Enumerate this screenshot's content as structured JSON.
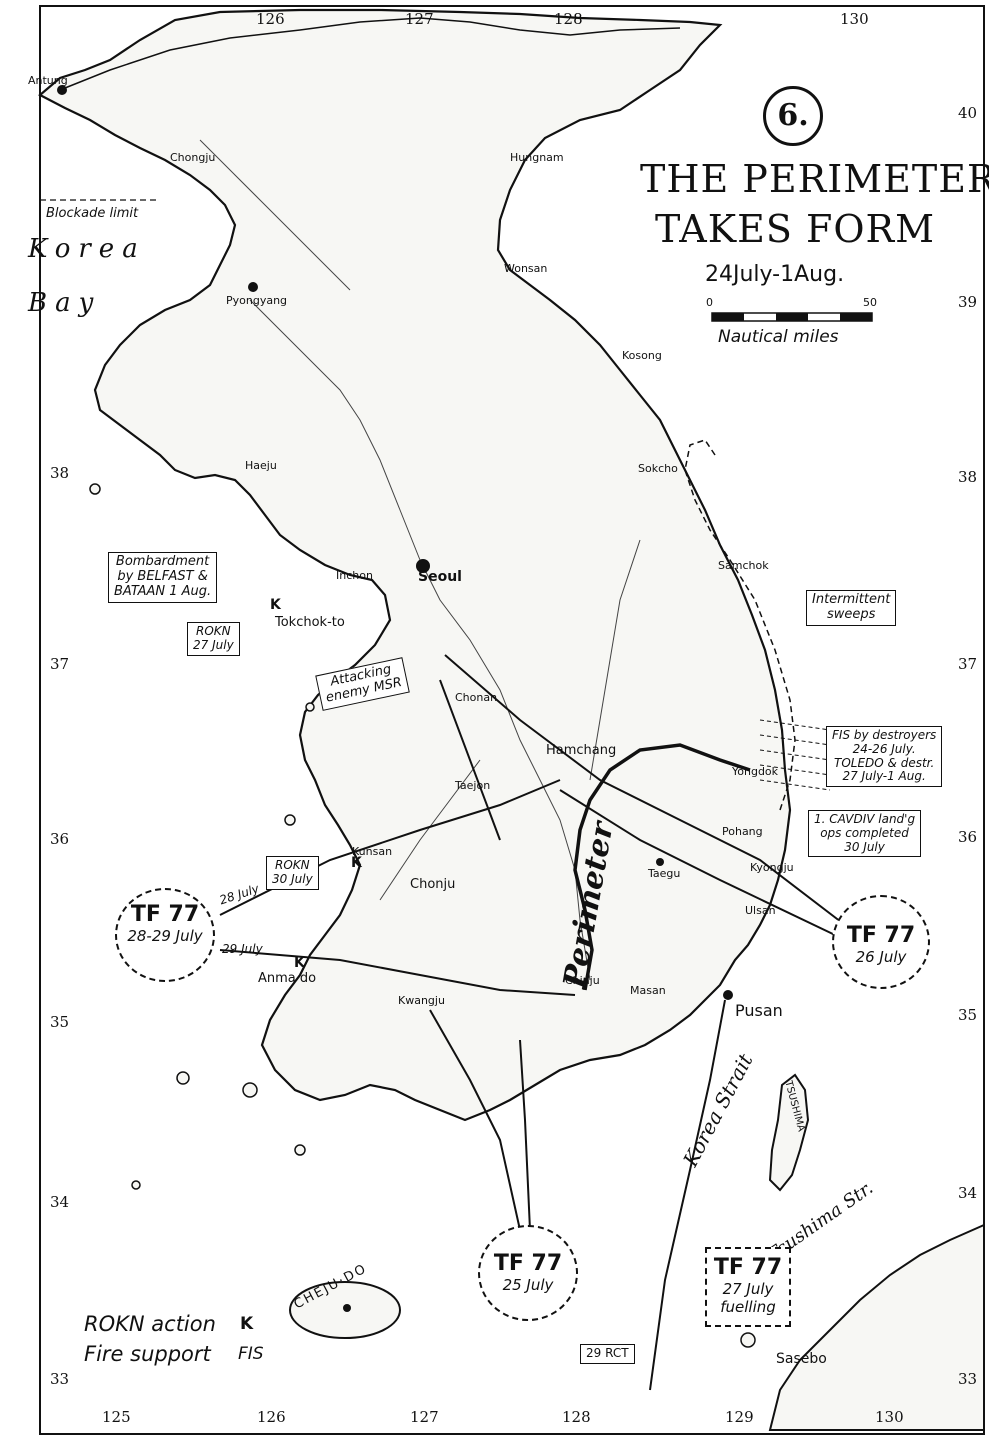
{
  "map_number": "6.",
  "title_line1": "THE PERIMETER",
  "title_line2": "TAKES FORM",
  "date_range": "24July-1Aug.",
  "scale": {
    "start": "0",
    "end": "50",
    "unit": "Nautical miles"
  },
  "longitude_labels": {
    "lon125": "125",
    "lon126": "126",
    "lon127": "127",
    "lon128": "128",
    "lon129": "129",
    "lon130": "130"
  },
  "latitude_labels": {
    "lat40": "40",
    "lat39": "39",
    "lat38": "38",
    "lat37": "37",
    "lat36": "36",
    "lat35": "35",
    "lat34": "34",
    "lat33": "33"
  },
  "sea_labels": {
    "korea": "Korea",
    "bay": "Bay",
    "korea_strait": "Korea Strait",
    "tsushima_strait": "Tsushima Str.",
    "tsushima": "TSUSHIMA",
    "cheju": "CHEJU·DO",
    "perimeter": "Perimeter",
    "blockade": "Blockade limit"
  },
  "places": {
    "antung": "Antung",
    "chongju": "Chongju",
    "pyongyang": "Pyongyang",
    "wonsan": "Wonsan",
    "hungnam": "Hungnam",
    "kosong": "Kosong",
    "haeju": "Haeju",
    "seoul": "Seoul",
    "inchon": "Inchon",
    "tokchok": "Tokchok-to",
    "chonan": "Chonan",
    "taejon": "Taejon",
    "hamchang": "Hamchang",
    "pohang": "Pohang",
    "taegu": "Taegu",
    "chonju": "Chonju",
    "kunsan": "Kunsan",
    "kwangju": "Kwangju",
    "chinju": "Chinju",
    "masan": "Masan",
    "pusan": "Pusan",
    "anma": "Anma do",
    "sasebo": "Sasebo",
    "samchok": "Samchok",
    "kyongju": "Kyongju",
    "ulsan": "Ulsan",
    "yongdok": "Yongdok",
    "sokcho": "Sokcho"
  },
  "callouts": {
    "bombardment": [
      "Bombardment",
      "by BELFAST &",
      "BATAAN 1 Aug."
    ],
    "rokn_27": [
      "ROKN",
      "27 July"
    ],
    "intermittent": [
      "Intermittent",
      "sweeps"
    ],
    "attacking": [
      "Attacking",
      "enemy MSR"
    ],
    "fis": [
      "FIS by destroyers",
      "24-26 July.",
      "TOLEDO & destr.",
      "27 July-1 Aug."
    ],
    "cavdiv": [
      "1. CAVDIV land'g",
      "ops completed",
      "30 July"
    ],
    "rokn_30": [
      "ROKN",
      "30 July"
    ],
    "rct29": "29 RCT"
  },
  "task_forces": {
    "tf_28": {
      "name": "TF 77",
      "date": "28-29 July"
    },
    "tf_26": {
      "name": "TF 77",
      "date": "26 July"
    },
    "tf_25": {
      "name": "TF 77",
      "date": "25 July"
    },
    "tf_27": {
      "name": "TF 77",
      "date": "27 July",
      "note": "fuelling"
    }
  },
  "track_labels": {
    "jul28": "28 July",
    "jul29": "29 July"
  },
  "legend": {
    "rokn_label": "ROKN action",
    "rokn_symbol": "K",
    "fis_label": "Fire support",
    "fis_symbol": "FIS"
  }
}
